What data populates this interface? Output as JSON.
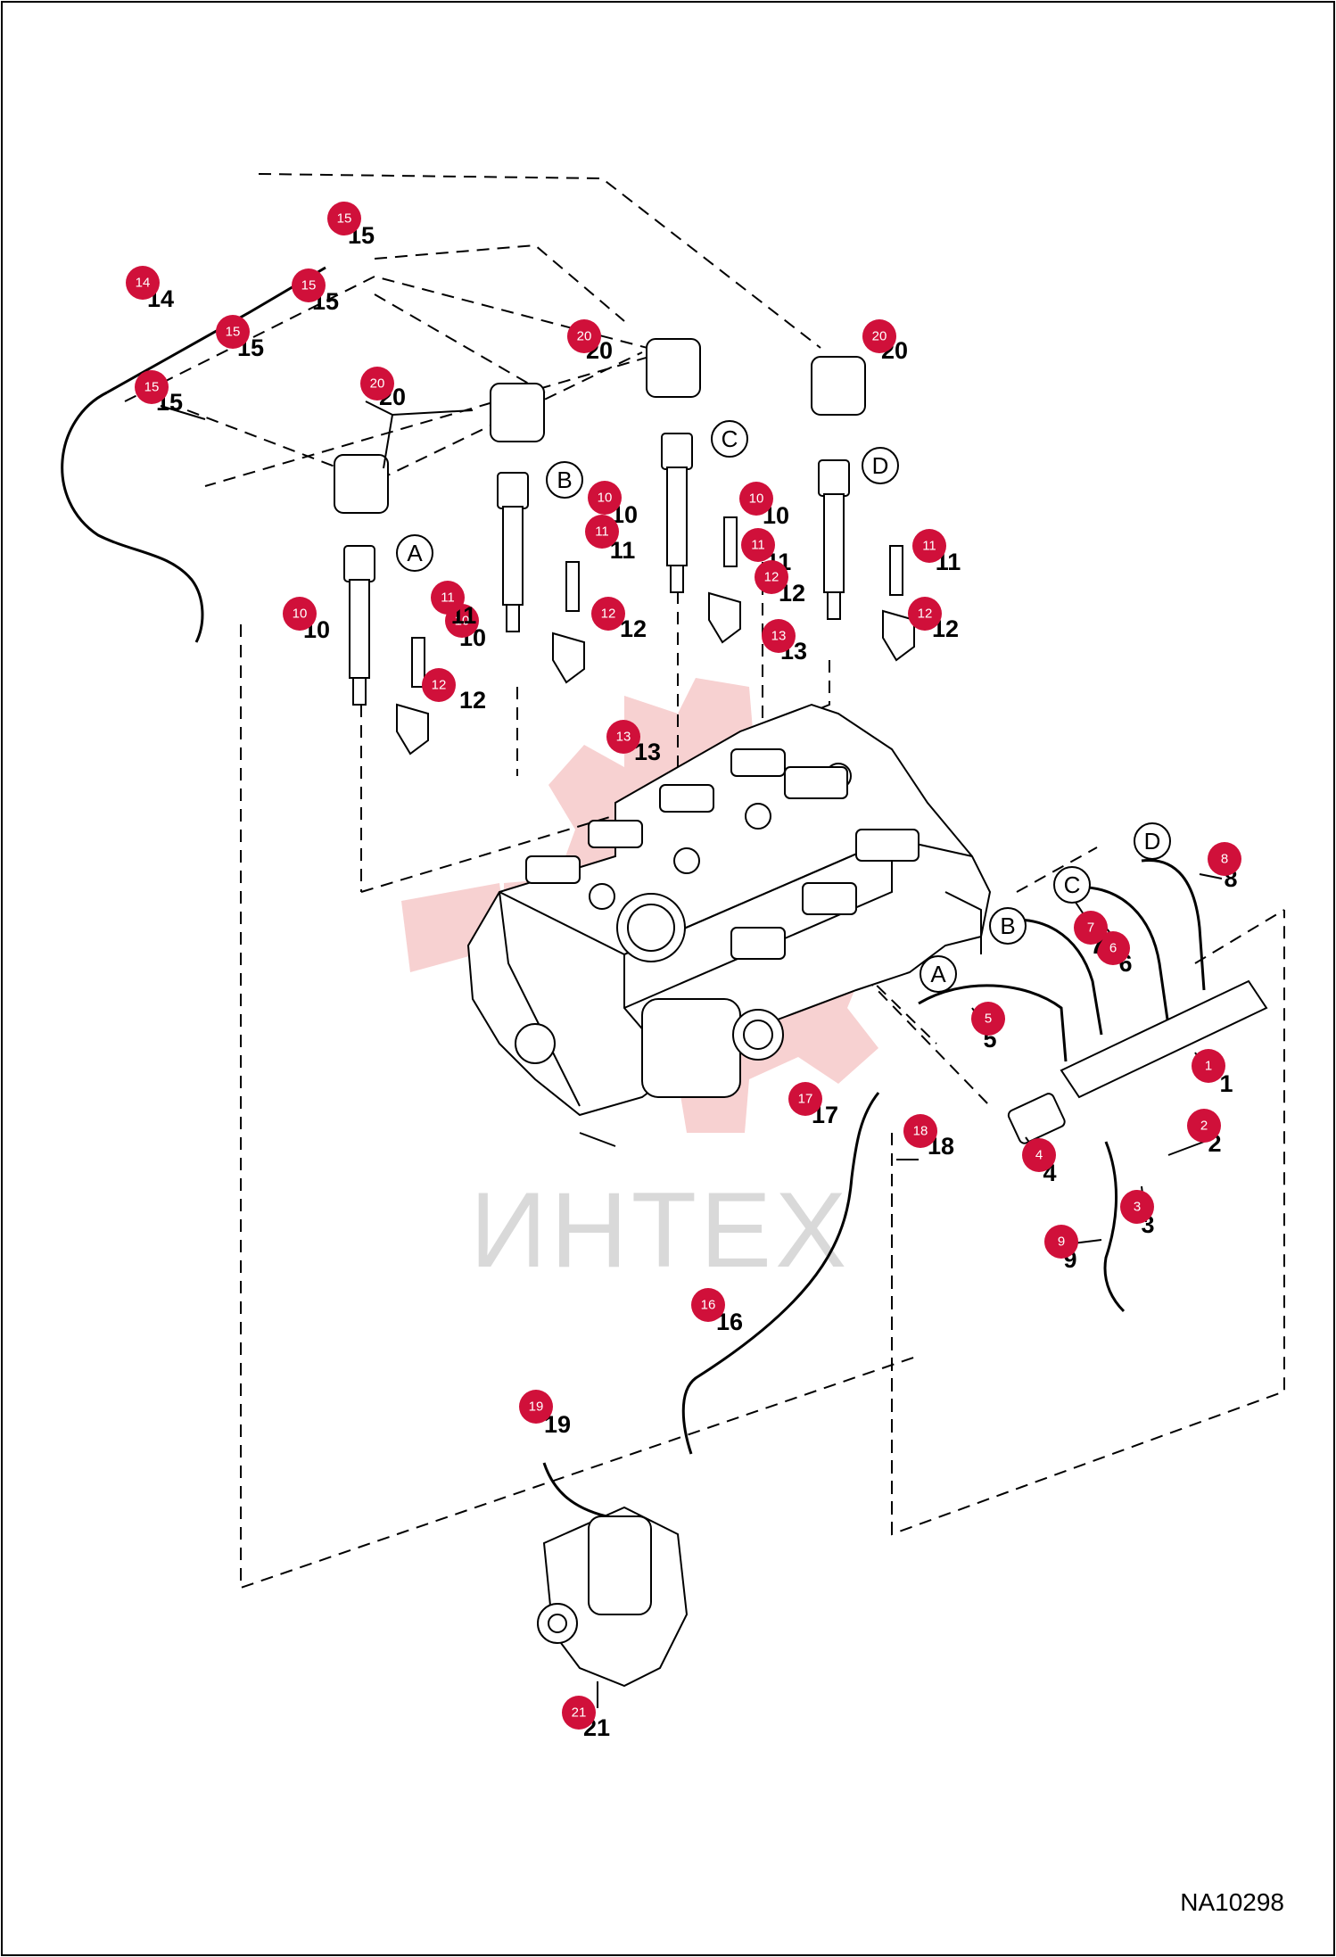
{
  "drawing_id": "NA10298",
  "watermark": "ИНТЕХ",
  "connection_letters": [
    "A",
    "B",
    "C",
    "D"
  ],
  "colors": {
    "callout_fill": "#d0103a",
    "line": "#000000",
    "watermark_gear": "#f6c9c9",
    "watermark_text": "#d9d9d9",
    "border": "#000000"
  },
  "callouts": [
    {
      "n": "1"
    },
    {
      "n": "2"
    },
    {
      "n": "3"
    },
    {
      "n": "4"
    },
    {
      "n": "5"
    },
    {
      "n": "6"
    },
    {
      "n": "7"
    },
    {
      "n": "8"
    },
    {
      "n": "9"
    },
    {
      "n": "10"
    },
    {
      "n": "10"
    },
    {
      "n": "10"
    },
    {
      "n": "10"
    },
    {
      "n": "11"
    },
    {
      "n": "11"
    },
    {
      "n": "11"
    },
    {
      "n": "11"
    },
    {
      "n": "12"
    },
    {
      "n": "12"
    },
    {
      "n": "12"
    },
    {
      "n": "12"
    },
    {
      "n": "13"
    },
    {
      "n": "13"
    },
    {
      "n": "14"
    },
    {
      "n": "15"
    },
    {
      "n": "15"
    },
    {
      "n": "15"
    },
    {
      "n": "15"
    },
    {
      "n": "16"
    },
    {
      "n": "17"
    },
    {
      "n": "18"
    },
    {
      "n": "19"
    },
    {
      "n": "20"
    },
    {
      "n": "20"
    },
    {
      "n": "20"
    },
    {
      "n": "21"
    }
  ]
}
